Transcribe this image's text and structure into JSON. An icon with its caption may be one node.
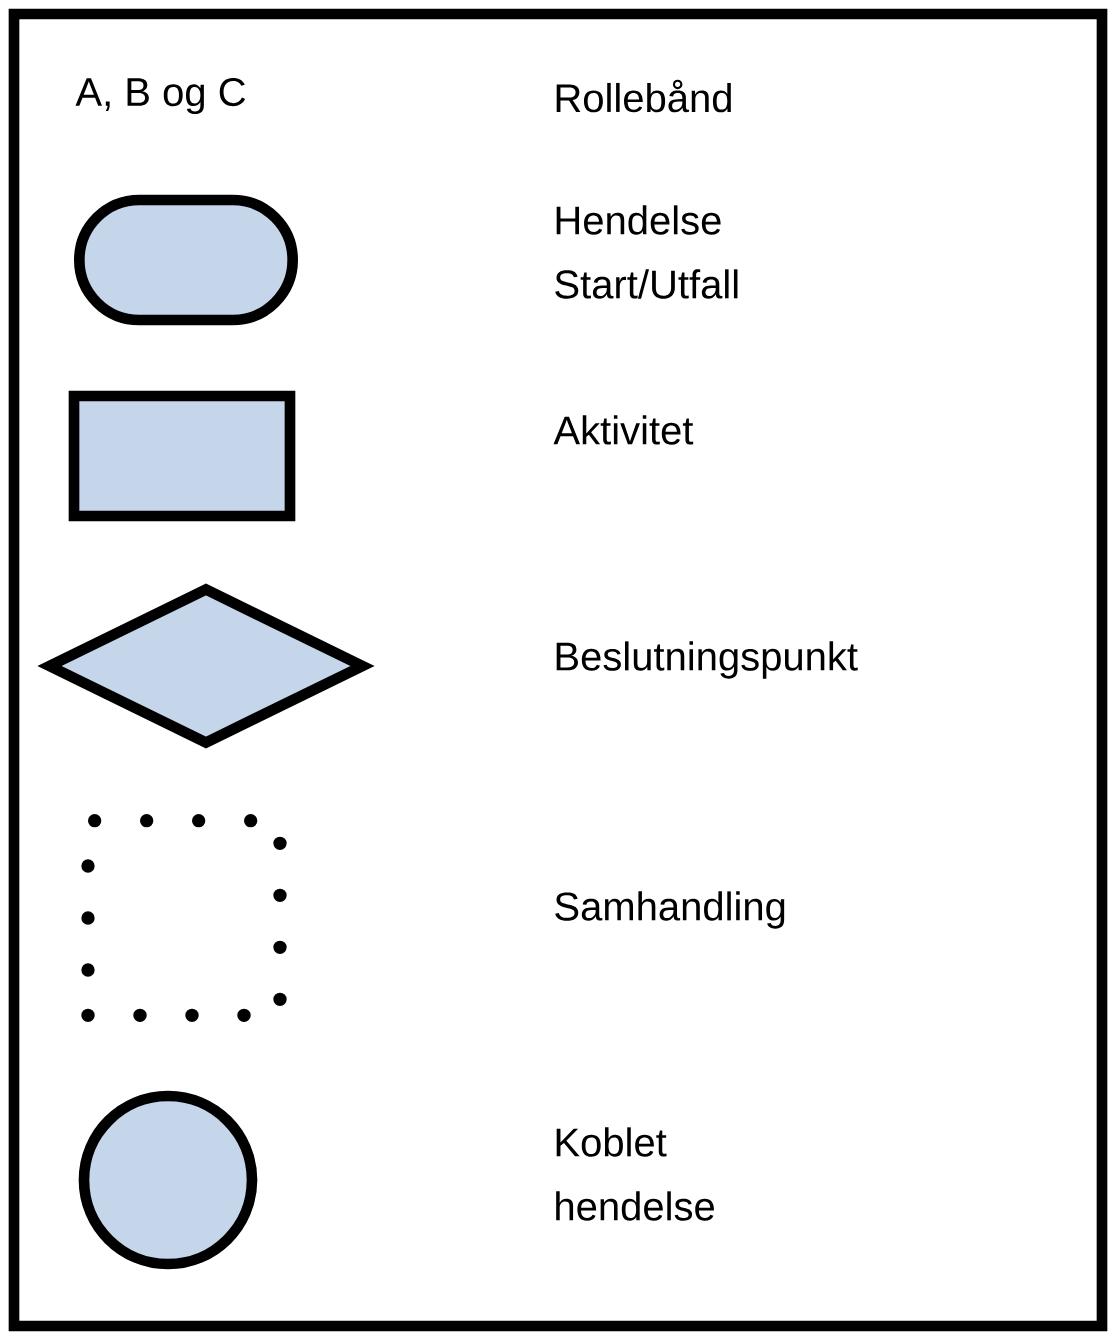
{
  "diagram": {
    "nodes": [
      {
        "text": [],
        "shape": "stadium"
      },
      {
        "text": [],
        "shape": "box"
      },
      {
        "text": [],
        "shape": "diamond"
      },
      {
        "text": [],
        "shape": "box"
      },
      {
        "text": [],
        "shape": "circle"
      }
    ],
    "labels": [
      "A, B og C"
    ],
    "legend": [
      {
        "text": "Rollebånd"
      },
      {
        "text": "Hendelse Start/Utfall"
      },
      {
        "text": "Aktivitet"
      },
      {
        "text": "Beslutningspunkt"
      },
      {
        "text": "Samhandling"
      },
      {
        "text": "Koblet hendelse"
      }
    ]
  }
}
